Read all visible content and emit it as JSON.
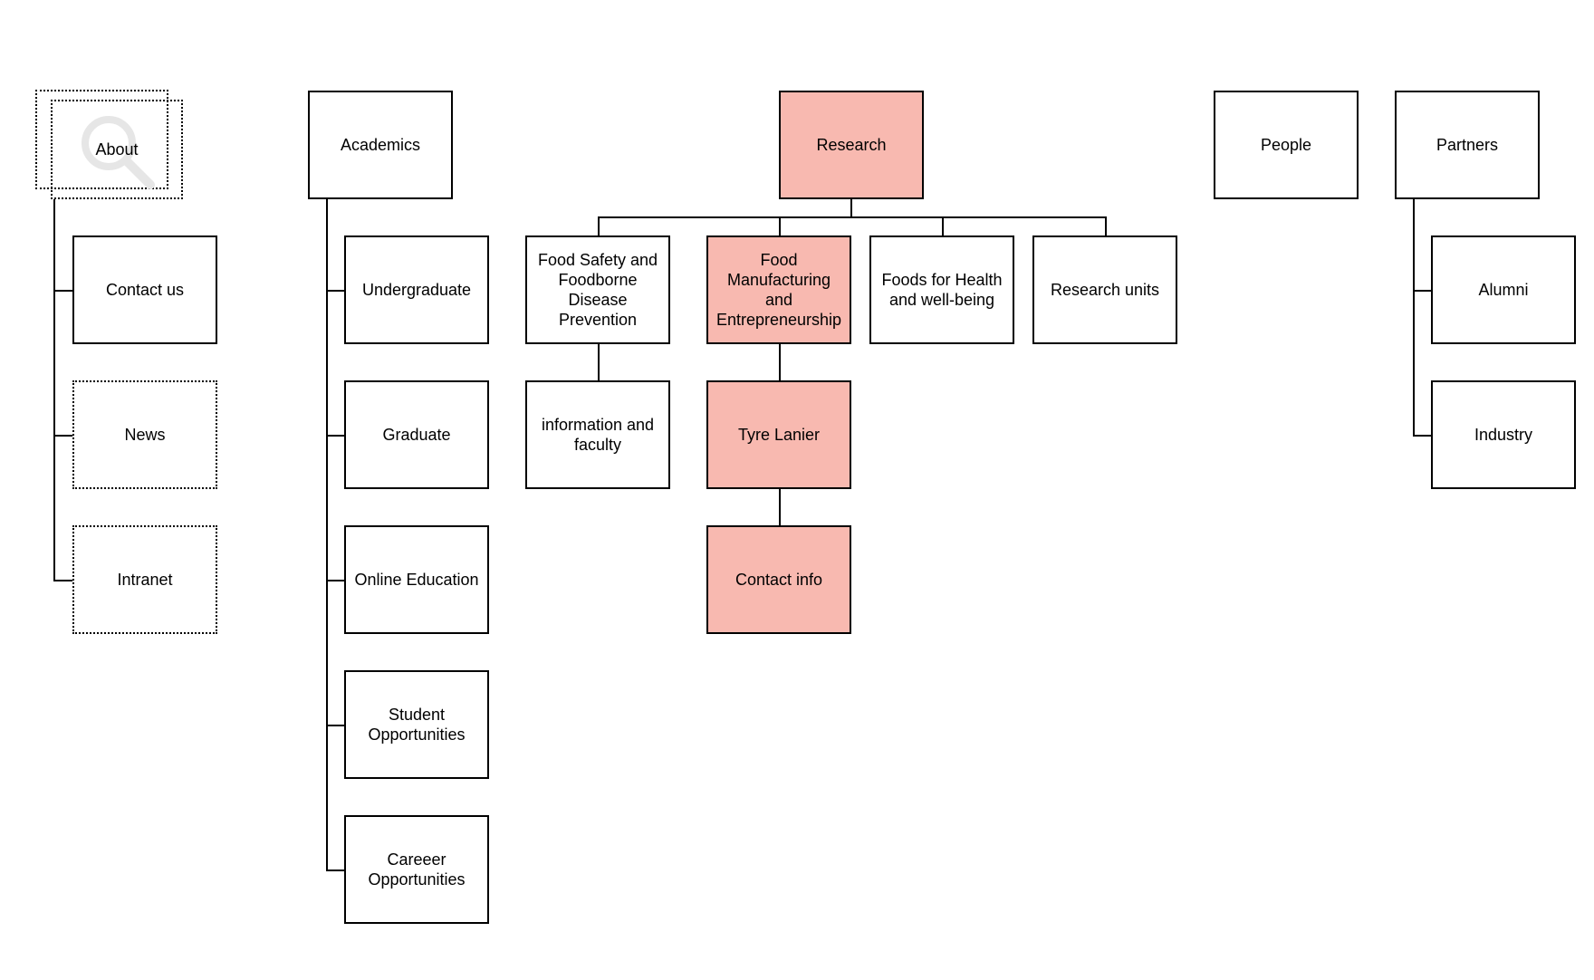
{
  "diagram": {
    "highlight_color": "#f8b9b0",
    "top_level": {
      "about": "About",
      "academics": "Academics",
      "research": "Research",
      "people": "People",
      "partners": "Partners"
    },
    "about_children": {
      "contact_us": "Contact us",
      "news": "News",
      "intranet": "Intranet"
    },
    "academics_children": {
      "undergraduate": "Undergraduate",
      "graduate": "Graduate",
      "online_education": "Online Education",
      "student_opportunities": "Student Opportunities",
      "career_opportunities": "Careeer Opportunities"
    },
    "research_children": {
      "food_safety": "Food Safety and Foodborne Disease Prevention",
      "food_manufacturing": "Food Manufacturing and Entrepreneurship",
      "foods_for_health": "Foods for Health and well-being",
      "research_units": "Research units"
    },
    "food_safety_children": {
      "information_faculty": "information and faculty"
    },
    "food_manufacturing_children": {
      "tyre_lanier": "Tyre Lanier",
      "contact_info": "Contact info"
    },
    "partners_children": {
      "alumni": "Alumni",
      "industry": "Industry"
    },
    "icons": {
      "about_overlay": "search-icon"
    }
  }
}
